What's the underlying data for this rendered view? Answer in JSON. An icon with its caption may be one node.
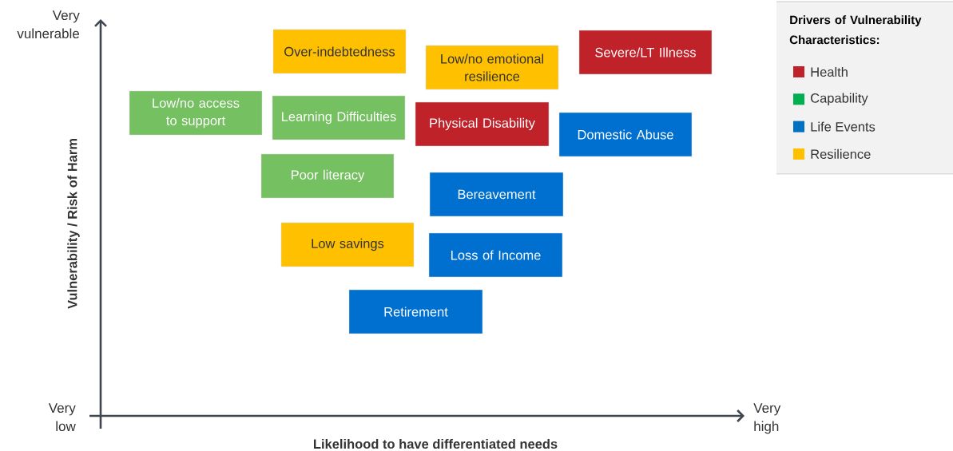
{
  "diagram": {
    "nodes": [
      {
        "text": [
          "Over-indebtedness"
        ]
      },
      {
        "text": [
          "Low/no emotional resilience"
        ]
      },
      {
        "text": [
          "Severe/LT Illness"
        ]
      },
      {
        "text": [
          "Low/no access to support"
        ]
      },
      {
        "text": [
          "Learning Difficulties"
        ]
      },
      {
        "text": [
          "Physical Disability"
        ]
      },
      {
        "text": [
          "Domestic Abuse"
        ]
      },
      {
        "text": [
          "Poor literacy"
        ]
      },
      {
        "text": [
          "Bereavement"
        ]
      },
      {
        "text": [
          "Low savings"
        ]
      },
      {
        "text": [
          "Loss of Income"
        ]
      },
      {
        "text": [
          "Retirement"
        ]
      }
    ],
    "labels": [
      "Very vulnerable",
      "Drivers of Vulnerability Characteristics:",
      "Vulnerability / Risk of Harm",
      "Very low",
      "Very high",
      "Likelihood to have differentiated needs"
    ],
    "legend": [
      {
        "text": "Health",
        "color": "#c0222a"
      },
      {
        "text": "Capability",
        "color": "#00b050"
      },
      {
        "text": "Life Events",
        "color": "#0070c0"
      },
      {
        "text": "Resilience",
        "color": "#ffc000"
      }
    ]
  }
}
